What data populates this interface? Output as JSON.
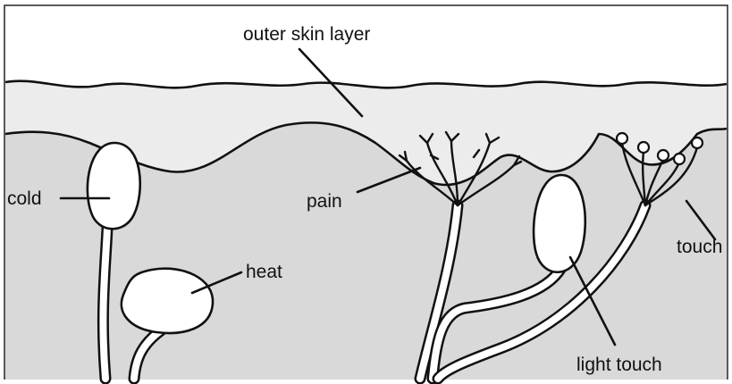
{
  "diagram": {
    "labels": {
      "outer_skin_layer": "outer skin layer",
      "cold": "cold",
      "heat": "heat",
      "pain": "pain",
      "touch": "touch",
      "light_touch": "light touch"
    }
  }
}
